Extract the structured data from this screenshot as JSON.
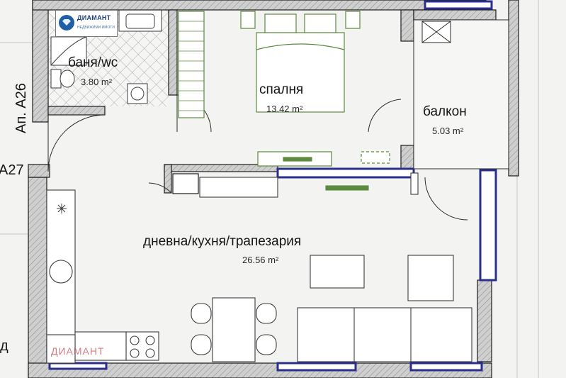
{
  "logo": {
    "name": "ДИАМАНТ",
    "subtitle": "НЕДВИЖИМИ ИМОТИ"
  },
  "watermark": "ДИАМАНТ",
  "rooms": {
    "bath": {
      "name": "баня/wc",
      "area": "3.80 m²"
    },
    "bedroom": {
      "name": "спалня",
      "area": "13.42 m²"
    },
    "balcony": {
      "name": "балкон",
      "area": "5.03 m²"
    },
    "living": {
      "name": "дневна/кухня/трапезария",
      "area": "26.56 m²"
    }
  },
  "side_labels": {
    "apartment": "Ап. А26",
    "neighbor": "А27",
    "corner": "д"
  },
  "colors": {
    "wall_fill": "#c9c9c9",
    "wall_outline": "#1c1c1c",
    "window": "#2b2f8a",
    "furniture": "#5c8a3e",
    "tile": "#8b8b8b"
  }
}
